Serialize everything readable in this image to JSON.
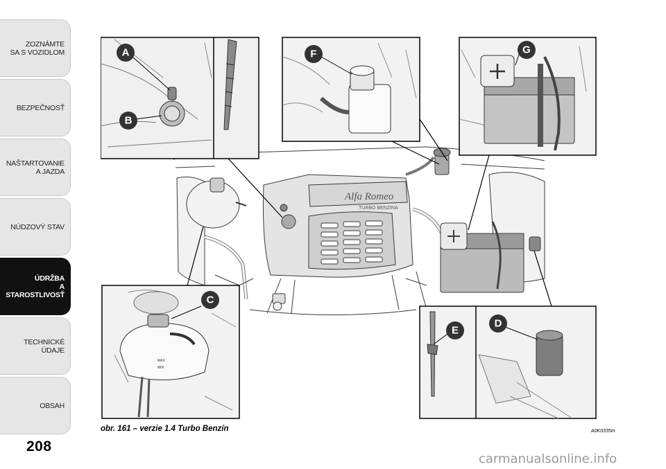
{
  "side_tabs": [
    {
      "label": "ZOZNÁMTE\nSA S VOZIDLOM",
      "active": false
    },
    {
      "label": "BEZPEČNOSŤ",
      "active": false
    },
    {
      "label": "NAŠTARTOVANIE\nA JAZDA",
      "active": false
    },
    {
      "label": "NÚDZOVÝ STAV",
      "active": false
    },
    {
      "label": "ÚDRŽBA\nA STAROSTLIVOSŤ",
      "active": true
    },
    {
      "label": "TECHNICKÉ\nÚDAJE",
      "active": false
    },
    {
      "label": "OBSAH",
      "active": false
    }
  ],
  "page_number": "208",
  "figure": {
    "caption": "obr. 161 – verzie 1.4 Turbo Benzín",
    "code": "A0K0335m",
    "engine_badge": "Alfa Romeo",
    "engine_sub": "TURBO BENZINA",
    "callouts": {
      "A": "A",
      "B": "B",
      "C": "C",
      "D": "D",
      "E": "E",
      "F": "F",
      "G": "G"
    },
    "max_label": "MAX",
    "min_label": "MIN"
  },
  "watermark": "carmanualsonline.info",
  "colors": {
    "active_tab": "#111111",
    "tab": "#e6e6e6",
    "callout": "#333333",
    "line": "#1a1a1a"
  }
}
